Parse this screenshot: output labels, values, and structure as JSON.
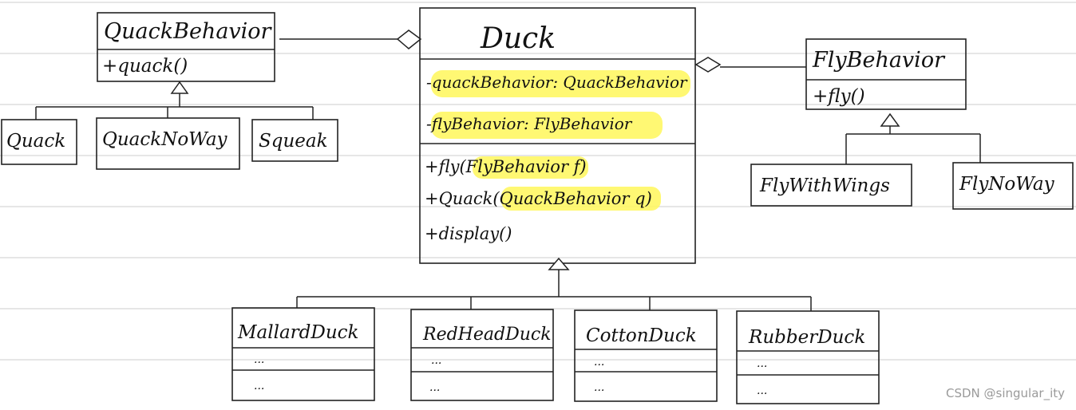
{
  "interfaces": {
    "quack": {
      "name": "QuackBehavior",
      "methods": [
        "+quack()"
      ]
    },
    "fly": {
      "name": "FlyBehavior",
      "methods": [
        "+fly()"
      ]
    }
  },
  "duck": {
    "name": "Duck",
    "fields": [
      "-quackBehavior: QuackBehavior",
      "-flyBehavior: FlyBehavior"
    ],
    "methods": [
      "+fly(FlyBehavior f)",
      "+Quack(QuackBehavior q)",
      "+display()"
    ]
  },
  "quack_impls": [
    "Quack",
    "QuackNoWay",
    "Squeak"
  ],
  "fly_impls": [
    "FlyWithWings",
    "FlyNoWay"
  ],
  "duck_subclasses": [
    {
      "name": "MallardDuck",
      "row1": "...",
      "row2": "..."
    },
    {
      "name": "RedHeadDuck",
      "row1": "...",
      "row2": "..."
    },
    {
      "name": "CottonDuck",
      "row1": "...",
      "row2": "..."
    },
    {
      "name": "RubberDuck",
      "row1": "...",
      "row2": "..."
    }
  ],
  "watermark": "CSDN @singular_ity",
  "colors": {
    "highlight": "#fff75a",
    "stroke": "#222222",
    "ruled_line": "#e6e6e6"
  }
}
